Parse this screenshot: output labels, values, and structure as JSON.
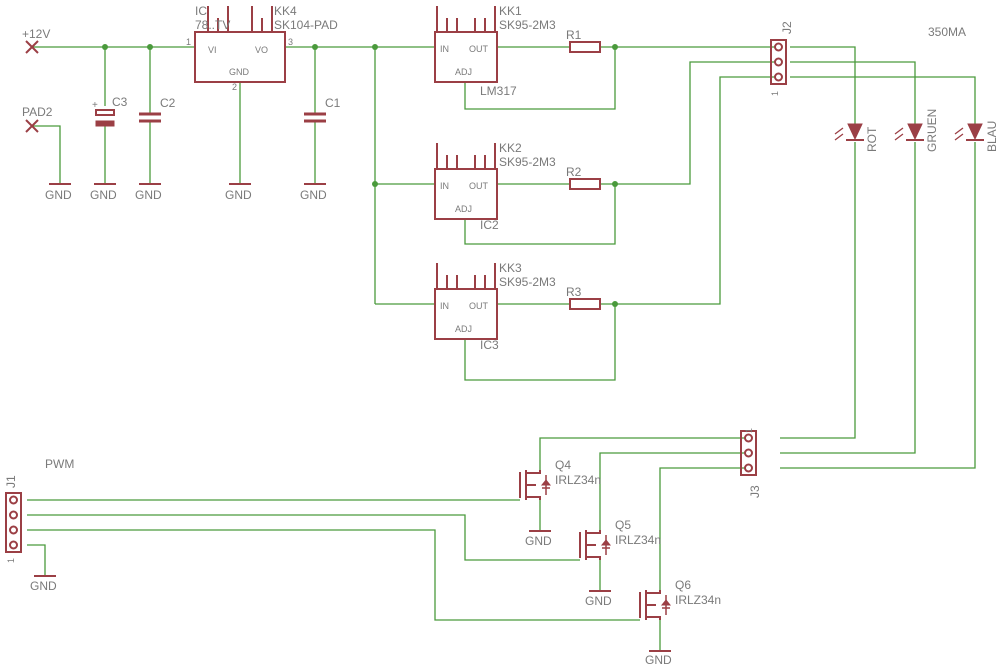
{
  "supply": {
    "label": "+12V",
    "current_note": "350MA"
  },
  "pads": {
    "pad2": "PAD2"
  },
  "gnd": "GND",
  "pwm": "PWM",
  "regulator": {
    "name": "IC",
    "value": "78..TV",
    "heatsink": "KK4",
    "heatsink_value": "SK104-PAD",
    "pin_in": "VI",
    "pin_out": "VO",
    "pin_gnd": "GND",
    "pin1": "1",
    "pin2": "2",
    "pin3": "3"
  },
  "caps": {
    "c1": "C1",
    "c2": "C2",
    "c3": "C3",
    "plus": "+"
  },
  "drivers": [
    {
      "heatsink": "KK1",
      "heatsink_value": "SK95-2M3",
      "ic": "LM317",
      "resistor": "R1",
      "pin_in": "IN",
      "pin_out": "OUT",
      "pin_adj": "ADJ"
    },
    {
      "heatsink": "KK2",
      "heatsink_value": "SK95-2M3",
      "ic": "IC2",
      "resistor": "R2",
      "pin_in": "IN",
      "pin_out": "OUT",
      "pin_adj": "ADJ"
    },
    {
      "heatsink": "KK3",
      "heatsink_value": "SK95-2M3",
      "ic": "IC3",
      "resistor": "R3",
      "pin_in": "IN",
      "pin_out": "OUT",
      "pin_adj": "ADJ"
    }
  ],
  "connectors": {
    "j1": "J1",
    "j2": "J2",
    "j3": "J3",
    "pin1": "1"
  },
  "leds": [
    {
      "name": "ROT"
    },
    {
      "name": "GRUEN"
    },
    {
      "name": "BLAU"
    }
  ],
  "mosfets": [
    {
      "name": "Q4",
      "value": "IRLZ34n"
    },
    {
      "name": "Q5",
      "value": "IRLZ34n"
    },
    {
      "name": "Q6",
      "value": "IRLZ34n"
    }
  ]
}
